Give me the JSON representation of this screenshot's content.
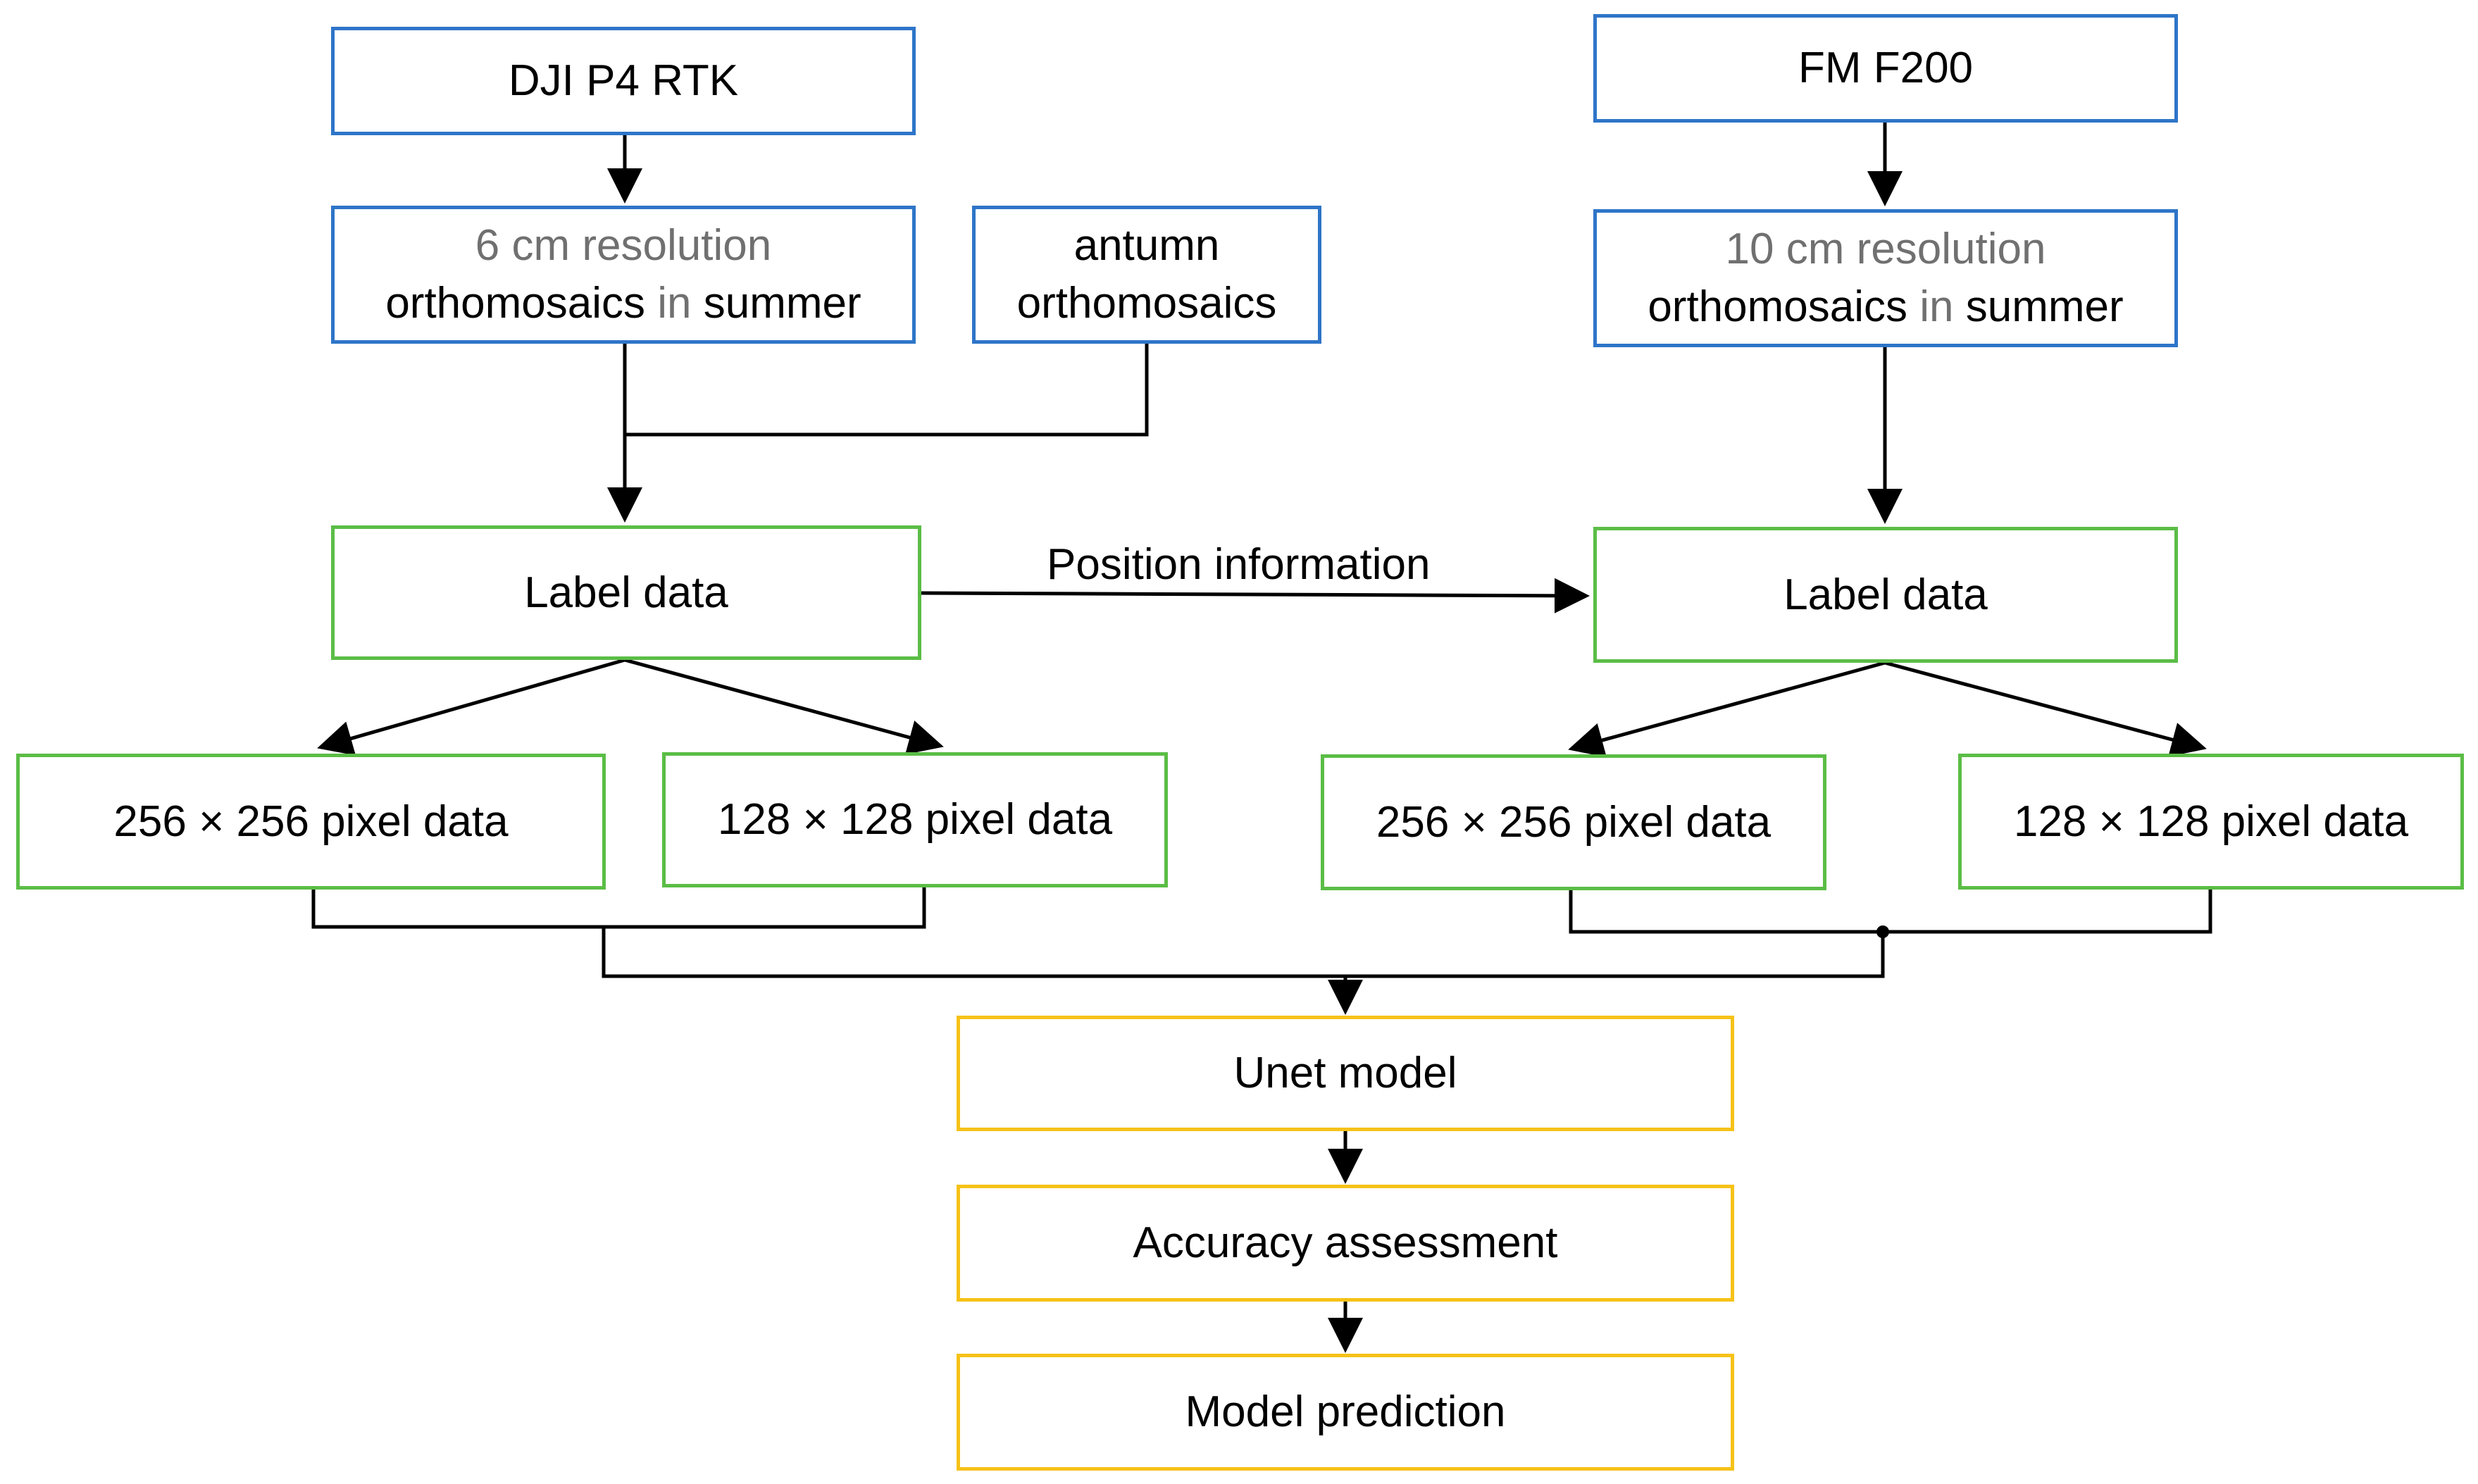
{
  "nodes": {
    "dji": {
      "label": "DJI P4 RTK"
    },
    "res6": {
      "line1": "6 cm resolution",
      "line2_a": "orthomosaics",
      "line2_b": "in",
      "line2_c": "summer"
    },
    "autumn": {
      "line1": "antumn",
      "line2": "orthomosaics"
    },
    "fm": {
      "label": "FM F200"
    },
    "res10": {
      "line1": "10 cm resolution",
      "line2_a": "orthomosaics",
      "line2_b": "in",
      "line2_c": "summer"
    },
    "label_left": {
      "label": "Label data"
    },
    "label_right": {
      "label": "Label data"
    },
    "px256_left": {
      "label": "256 × 256 pixel data"
    },
    "px128_left": {
      "label": "128 × 128 pixel data"
    },
    "px256_right": {
      "label": "256 × 256 pixel data"
    },
    "px128_right": {
      "label": "128 × 128 pixel data"
    },
    "unet": {
      "label": "Unet model"
    },
    "accuracy": {
      "label": "Accuracy assessment"
    },
    "prediction": {
      "label": "Model prediction"
    }
  },
  "edges": {
    "position_info": "Position information"
  },
  "colors": {
    "source_border": "#2e75c8",
    "data_border": "#5bbd46",
    "model_border": "#f6c218",
    "connector": "#000000",
    "muted_text": "#707070"
  }
}
